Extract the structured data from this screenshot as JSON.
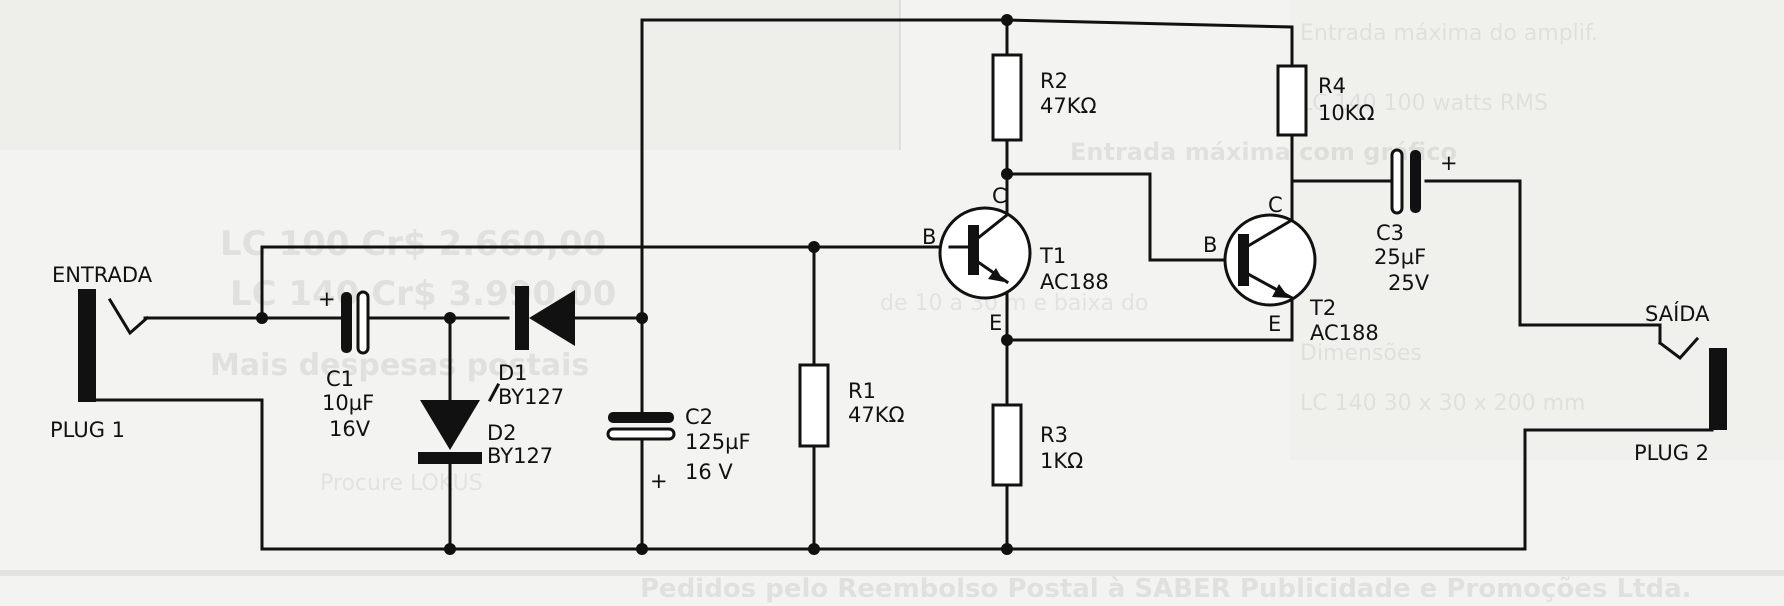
{
  "circuit": {
    "entrada_label": "ENTRADA",
    "plug1_label": "PLUG 1",
    "saida_label": "SAÍDA",
    "plug2_label": "PLUG 2",
    "components": {
      "c1": {
        "name": "C1",
        "value": "10µF",
        "voltage": "16V",
        "polarity": "+"
      },
      "d1": {
        "name": "D1",
        "part": "BY127"
      },
      "d2": {
        "name": "D2",
        "part": "BY127"
      },
      "c2": {
        "name": "C2",
        "value": "125µF",
        "voltage": "16 V",
        "polarity": "+"
      },
      "r1": {
        "name": "R1",
        "value": "47KΩ"
      },
      "r2": {
        "name": "R2",
        "value": "47KΩ"
      },
      "r3": {
        "name": "R3",
        "value": "1KΩ"
      },
      "r4": {
        "name": "R4",
        "value": "10KΩ"
      },
      "t1": {
        "name": "T1",
        "part": "AC188",
        "pin_b": "B",
        "pin_c": "C",
        "pin_e": "E"
      },
      "t2": {
        "name": "T2",
        "part": "AC188",
        "pin_b": "B",
        "pin_c": "C",
        "pin_e": "E"
      },
      "c3": {
        "name": "C3",
        "value": "25µF",
        "voltage": "25V",
        "polarity": "+"
      }
    }
  }
}
